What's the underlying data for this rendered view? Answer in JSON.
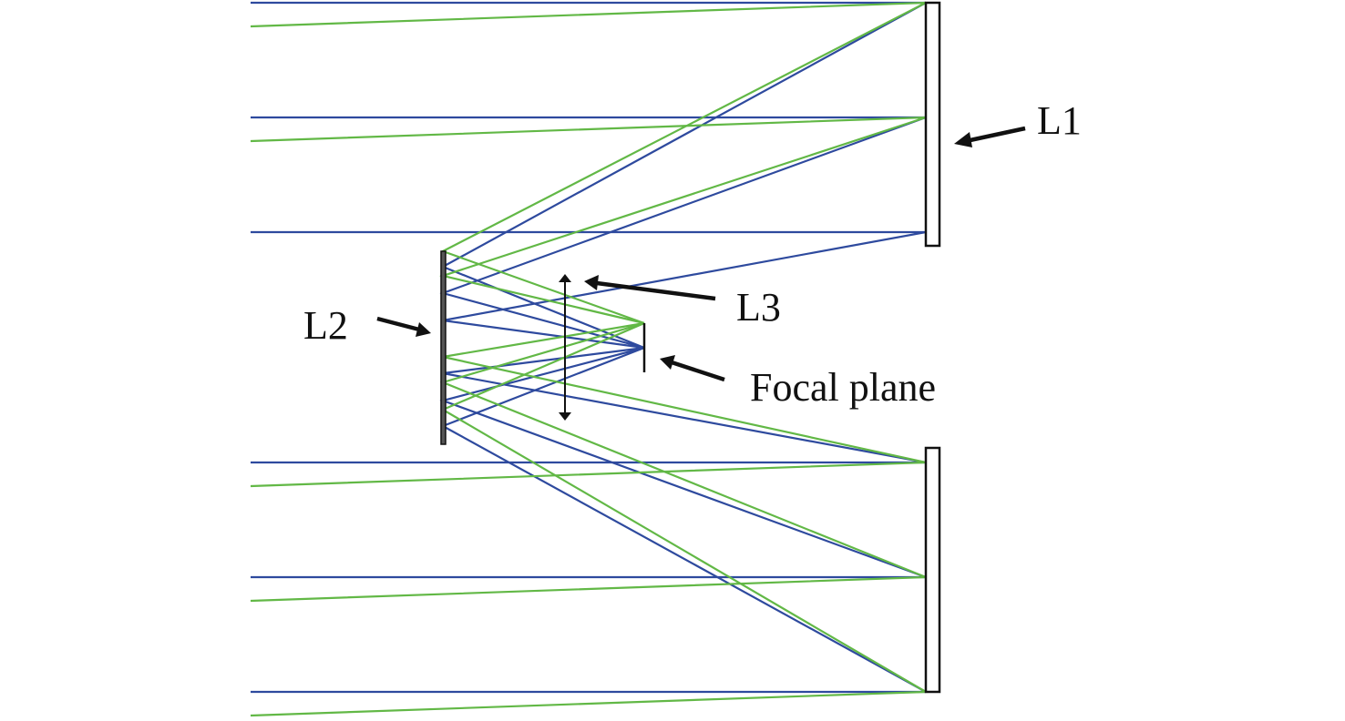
{
  "labels": {
    "l1": "L1",
    "l2": "L2",
    "l3": "L3",
    "focal_plane": "Focal plane"
  },
  "colors": {
    "ray_blue": "#2e4a9e",
    "ray_green": "#62b846",
    "element": "#111111"
  }
}
